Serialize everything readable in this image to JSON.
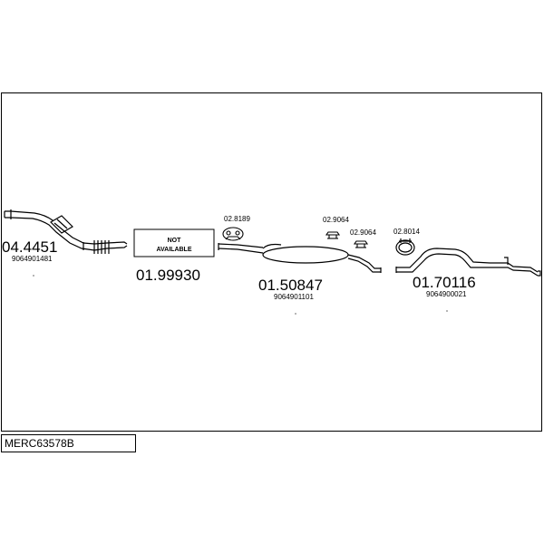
{
  "document": {
    "reference": "MERC63578B"
  },
  "parts": [
    {
      "number": "04.4451",
      "oem": "9064901481",
      "type": "catalytic-converter"
    },
    {
      "number": "01.99930",
      "oem": "",
      "type": "not-available",
      "note_line1": "NOT",
      "note_line2": "AVAILABLE"
    },
    {
      "number": "01.50847",
      "oem": "9064901101",
      "type": "middle-silencer"
    },
    {
      "number": "01.70116",
      "oem": "9064900021",
      "type": "tail-pipe"
    }
  ],
  "fittings": [
    {
      "number": "02.8189",
      "type": "rubber-mount"
    },
    {
      "number": "02.9064",
      "type": "rubber-mount"
    },
    {
      "number": "02.9064",
      "type": "rubber-mount"
    },
    {
      "number": "02.8014",
      "type": "clamp"
    }
  ]
}
